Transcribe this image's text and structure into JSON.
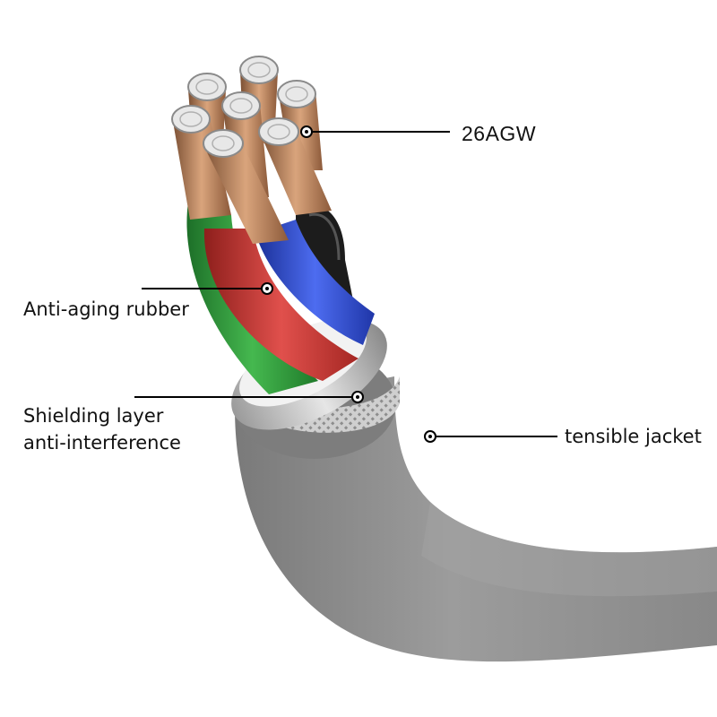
{
  "callouts": {
    "conductor_gauge": "26AGW",
    "insulation": "Anti-aging rubber",
    "shield_line1": "Shielding layer",
    "shield_line2": "anti-interference",
    "jacket": "tensible jacket"
  },
  "colors": {
    "background": "#ffffff",
    "jacket": "#8f8f8f",
    "copper": "#b07a55",
    "wire_green": "#2f9a3a",
    "wire_red": "#c8322f",
    "wire_blue": "#2a46c8",
    "wire_black": "#1c1c1c",
    "shield": "#c9c9c9",
    "leader_line": "#000000"
  }
}
